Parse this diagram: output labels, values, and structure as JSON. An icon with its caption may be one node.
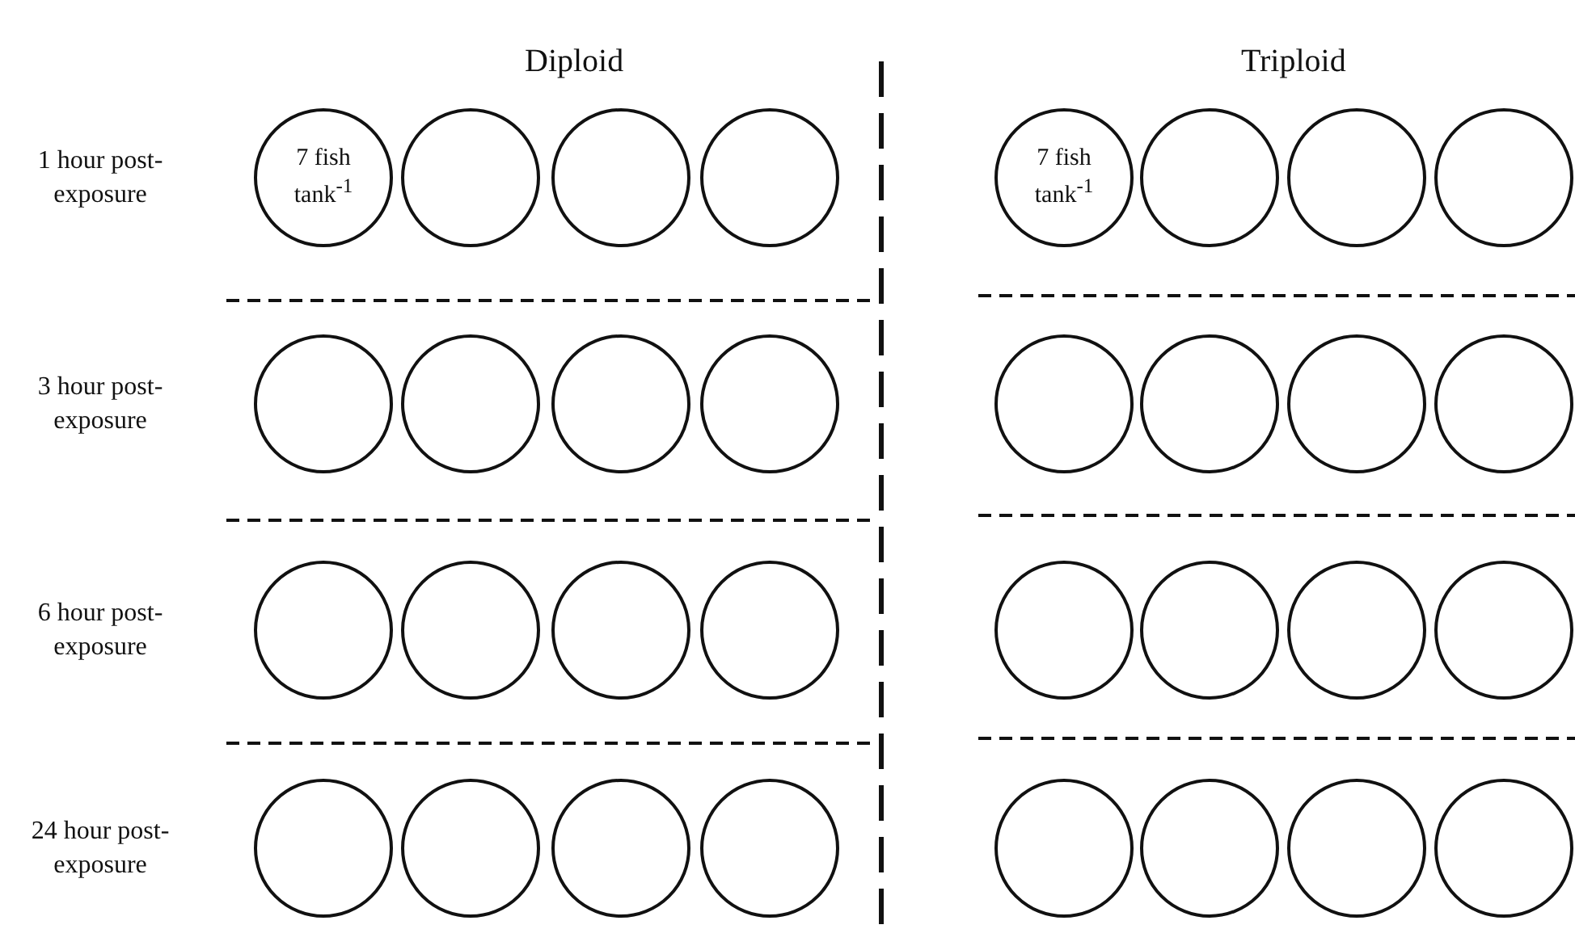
{
  "diagram": {
    "nodes": [
      {
        "text": [
          "7 fish tank$^{-1}$"
        ]
      },
      {
        "text": [],
        "shape": "circle"
      },
      {
        "text": [],
        "shape": "circle"
      },
      {
        "text": [],
        "shape": "circle"
      },
      {
        "text": [
          "7 fish tank$^{-1}$"
        ]
      },
      {
        "text": [],
        "shape": "circle"
      },
      {
        "text": [],
        "shape": "circle"
      },
      {
        "text": [],
        "shape": "circle"
      },
      {
        "text": [],
        "shape": "circle"
      },
      {
        "text": [],
        "shape": "circle"
      },
      {
        "text": [],
        "shape": "circle"
      },
      {
        "text": [],
        "shape": "circle"
      },
      {
        "text": [],
        "shape": "circle"
      },
      {
        "text": [],
        "shape": "circle"
      },
      {
        "text": [],
        "shape": "circle"
      },
      {
        "text": [],
        "shape": "circle"
      },
      {
        "text": [],
        "shape": "circle"
      },
      {
        "text": [],
        "shape": "circle"
      },
      {
        "text": [],
        "shape": "circle"
      },
      {
        "text": [],
        "shape": "circle"
      },
      {
        "text": [],
        "shape": "circle"
      },
      {
        "text": [],
        "shape": "circle"
      },
      {
        "text": [],
        "shape": "circle"
      },
      {
        "text": [],
        "shape": "circle"
      },
      {
        "text": [],
        "shape": "circle"
      },
      {
        "text": [],
        "shape": "circle"
      },
      {
        "text": [],
        "shape": "circle"
      },
      {
        "text": [],
        "shape": "circle"
      },
      {
        "text": [],
        "shape": "circle"
      },
      {
        "text": [],
        "shape": "circle"
      },
      {
        "text": [],
        "shape": "circle"
      },
      {
        "text": [],
        "shape": "circle"
      }
    ],
    "labels": [
      "Diploid",
      "Triploid",
      "1 hour post-exposure",
      "3 hour post-exposure",
      "6 hour post-exposure",
      "24 hour post-exposure"
    ]
  }
}
